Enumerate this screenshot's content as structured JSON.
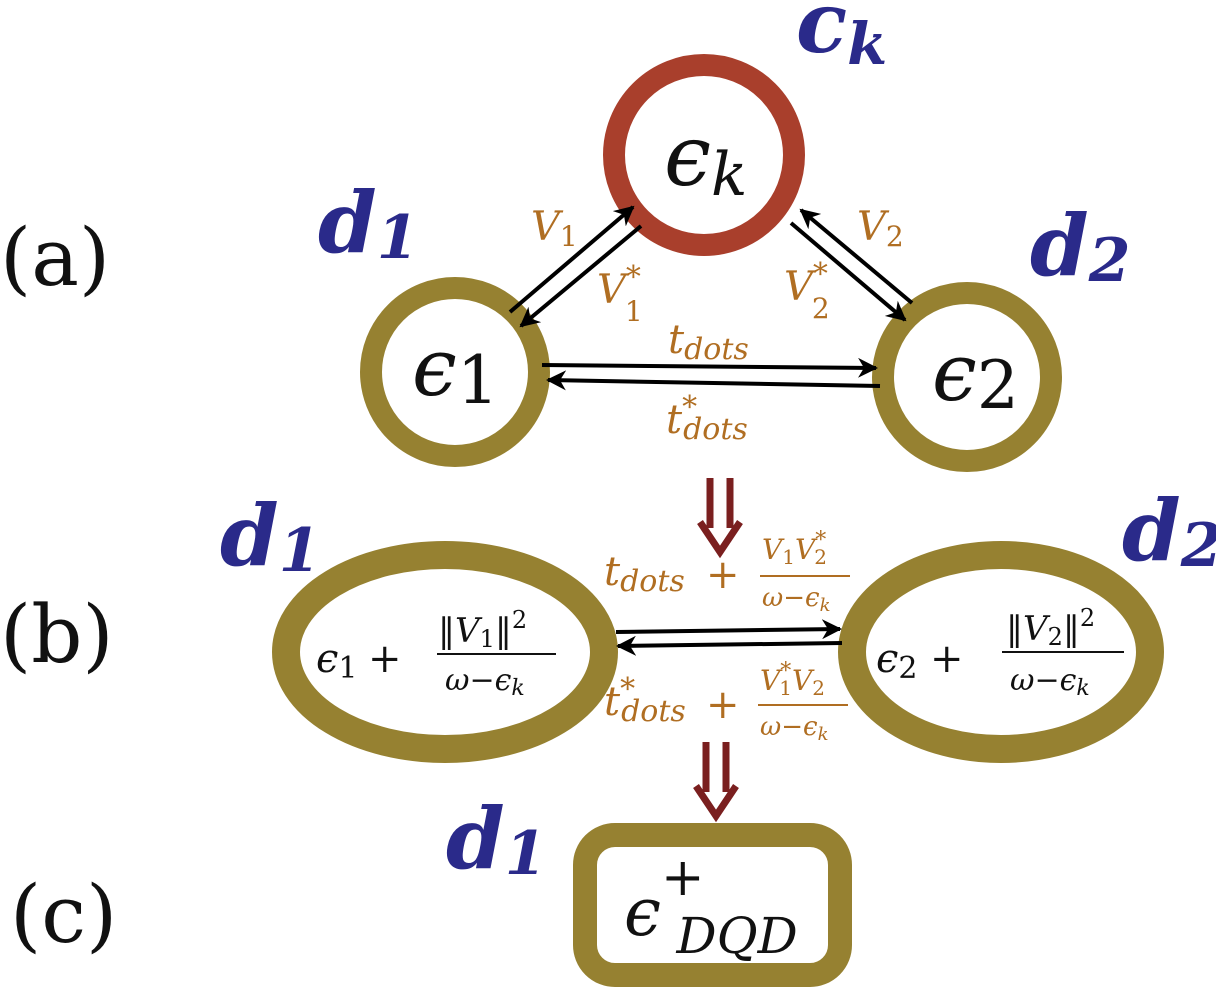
{
  "colors": {
    "ring": "#968131",
    "conduction_ring": "#a93f2c",
    "identity_label": "#2a2a8a",
    "coupling_label": "#b06e22",
    "down_arrow": "#7a1f1f",
    "arrow": "#000000"
  },
  "panels": {
    "a": "(a)",
    "b": "(b)",
    "c": "(c)"
  },
  "a": {
    "ck_label": {
      "base": "c",
      "sub": "k"
    },
    "ek": {
      "base": "ϵ",
      "sub": "k"
    },
    "d1_label": {
      "base": "d",
      "sub": "1"
    },
    "d2_label": {
      "base": "d",
      "sub": "2"
    },
    "e1": {
      "base": "ϵ",
      "sub": "1"
    },
    "e2": {
      "base": "ϵ",
      "sub": "2"
    },
    "V1": {
      "base": "V",
      "sub": "1"
    },
    "V1star": {
      "base": "V",
      "sup": "*",
      "sub": "1"
    },
    "V2": {
      "base": "V",
      "sub": "2"
    },
    "V2star": {
      "base": "V",
      "sup": "*",
      "sub": "2"
    },
    "tdots": {
      "base": "t",
      "sub": "dots"
    },
    "tdots_star": {
      "base": "t",
      "sup": "*",
      "sub": "dots"
    }
  },
  "b": {
    "d1_label": {
      "base": "d",
      "sub": "1"
    },
    "d2_label": {
      "base": "d",
      "sub": "2"
    },
    "left": {
      "pre": "ϵ",
      "pre_sub": "1",
      "plus": "+",
      "num": "‖V",
      "num_sub": "1",
      "num_end": "‖",
      "num_sup": "2",
      "den": "ω−ϵ",
      "den_sub": "k"
    },
    "right": {
      "pre": "ϵ",
      "pre_sub": "2",
      "plus": "+",
      "num": "‖V",
      "num_sub": "2",
      "num_end": "‖",
      "num_sup": "2",
      "den": "ω−ϵ",
      "den_sub": "k"
    },
    "top_coupling": {
      "t": "t",
      "t_sub": "dots",
      "plus": "+",
      "num_a": "V",
      "num_a_sub": "1",
      "num_b": "V",
      "num_b_sup": "*",
      "num_b_sub": "2",
      "den": "ω−ϵ",
      "den_sub": "k"
    },
    "bottom_coupling": {
      "t": "t",
      "t_sup": "*",
      "t_sub": "dots",
      "plus": "+",
      "num_a": "V",
      "num_a_sup": "*",
      "num_a_sub": "1",
      "num_b": "V",
      "num_b_sub": "2",
      "den": "ω−ϵ",
      "den_sub": "k"
    }
  },
  "c": {
    "d1_label": {
      "base": "d",
      "sub": "1"
    },
    "level": {
      "base": "ϵ",
      "sup": "+",
      "sub": "DQD"
    }
  }
}
